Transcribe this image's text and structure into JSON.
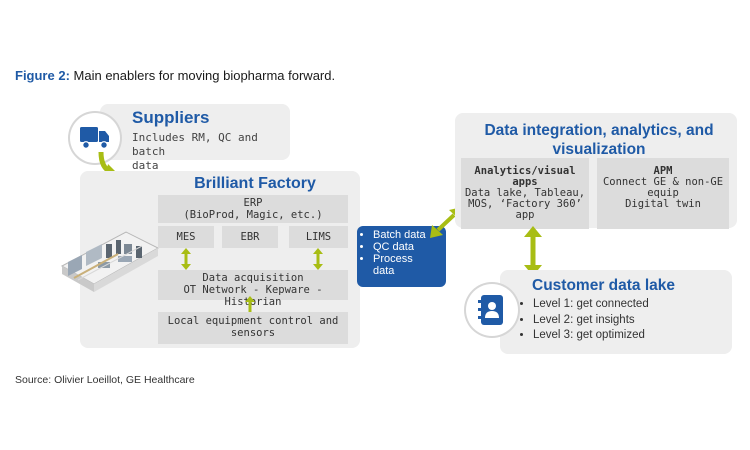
{
  "caption": {
    "label": "Figure 2:",
    "text": "Main enablers for moving biopharma forward."
  },
  "source": "Source: Olivier Loeillot, GE Healthcare",
  "suppliers": {
    "title": "Suppliers",
    "desc_line1": "Includes RM, QC and batch",
    "desc_line2": "data",
    "icon": "truck-icon"
  },
  "factory": {
    "title": "Brilliant Factory",
    "erp_line1": "ERP",
    "erp_line2": "(BioProd, Magic, etc.)",
    "mes": "MES",
    "ebr": "EBR",
    "lims": "LIMS",
    "acq_line1": "Data acquisition",
    "acq_line2": "OT Network - Kepware - Historian",
    "local_line1": "Local equipment control and",
    "local_line2": "sensors"
  },
  "batch": {
    "items": [
      "Batch data",
      "QC data",
      "Process",
      "data"
    ]
  },
  "integration": {
    "title_line1": "Data integration, analytics, and",
    "title_line2": "visualization",
    "analytics_title": "Analytics/visual apps",
    "analytics_lines": [
      "Data lake, Tableau,",
      "MOS, ‘Factory 360’",
      "app"
    ],
    "apm_title": "APM",
    "apm_lines": [
      "Connect GE & non-GE",
      "equip",
      "Digital twin"
    ]
  },
  "customer_lake": {
    "title": "Customer data lake",
    "levels": [
      "Level 1: get connected",
      "Level 2: get insights",
      "Level 3: get optimized"
    ],
    "icon": "contact-book-icon"
  },
  "colors": {
    "blue": "#1f5aa6",
    "green": "#a8bd14",
    "panel": "#eeeeee",
    "box": "#dcdcdc"
  }
}
